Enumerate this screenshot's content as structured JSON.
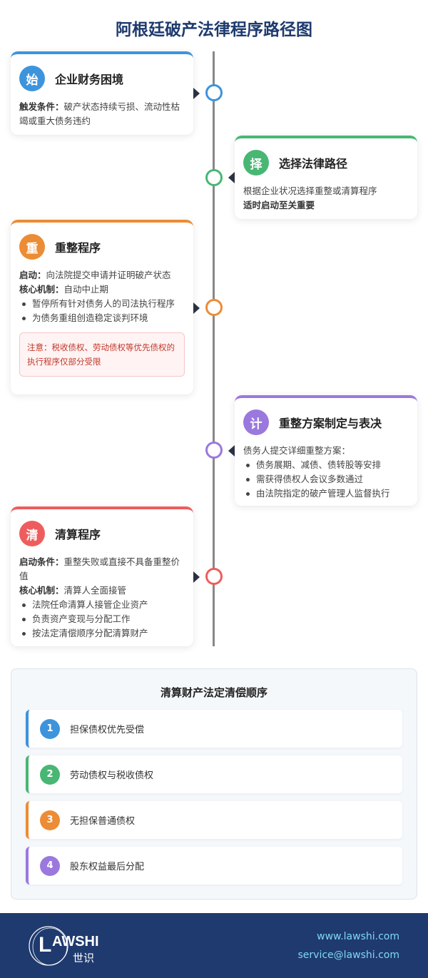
{
  "title": "阿根廷破产法律程序路径图",
  "colors": {
    "blue": "#3d94dc",
    "green": "#48b774",
    "orange": "#ec8c35",
    "purple": "#9b78de",
    "red": "#ee5d5d"
  },
  "steps": [
    {
      "badge": "始",
      "title": "企业财务困境",
      "lines": [
        {
          "label": "触发条件：",
          "text": "破产状态持续亏损、流动性枯竭或重大债务违约"
        }
      ]
    },
    {
      "badge": "择",
      "title": "选择法律路径",
      "text": "根据企业状况选择重整或清算程序",
      "bold": "适时启动至关重要"
    },
    {
      "badge": "重",
      "title": "重整程序",
      "lines": [
        {
          "label": "启动：",
          "text": "向法院提交申请并证明破产状态"
        },
        {
          "label": "核心机制：",
          "text": "自动中止期"
        }
      ],
      "bullets": [
        "暂停所有针对债务人的司法执行程序",
        "为债务重组创造稳定谈判环境"
      ],
      "note": "注意：税收债权、劳动债权等优先债权的执行程序仅部分受限"
    },
    {
      "badge": "计",
      "title": "重整方案制定与表决",
      "text": "债务人提交详细重整方案：",
      "bullets": [
        "债务展期、减债、债转股等安排",
        "需获得债权人会议多数通过",
        "由法院指定的破产管理人监督执行"
      ]
    },
    {
      "badge": "清",
      "title": "清算程序",
      "lines": [
        {
          "label": "启动条件：",
          "text": "重整失败或直接不具备重整价值"
        },
        {
          "label": "核心机制：",
          "text": "清算人全面接管"
        }
      ],
      "bullets": [
        "法院任命清算人接管企业资产",
        "负责资产变现与分配工作",
        "按法定清偿顺序分配清算财产"
      ]
    }
  ],
  "summary": {
    "title": "清算财产法定清偿顺序",
    "items": [
      {
        "num": "1",
        "label": "担保债权优先受偿"
      },
      {
        "num": "2",
        "label": "劳动债权与税收债权"
      },
      {
        "num": "3",
        "label": "无担保普通债权"
      },
      {
        "num": "4",
        "label": "股东权益最后分配"
      }
    ]
  },
  "footer": {
    "logo_text": "LAWSHI",
    "logo_cn": "世识",
    "website": "www.lawshi.com",
    "email": "service@lawshi.com"
  }
}
